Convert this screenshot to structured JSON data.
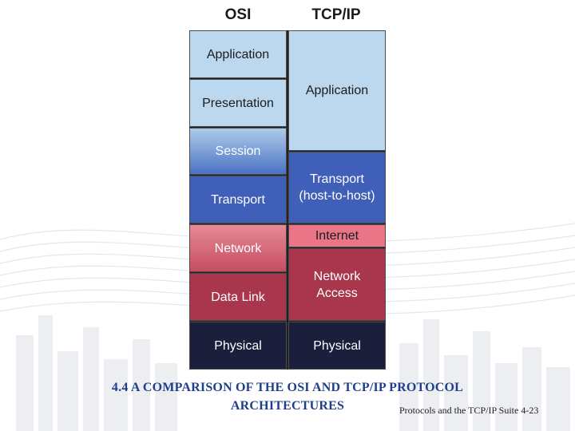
{
  "headers": {
    "osi": "OSI",
    "tcpip": "TCP/IP"
  },
  "osi_layers": [
    {
      "label": "Application"
    },
    {
      "label": "Presentation"
    },
    {
      "label": "Session"
    },
    {
      "label": "Transport"
    },
    {
      "label": "Network"
    },
    {
      "label": "Data Link"
    },
    {
      "label": "Physical"
    }
  ],
  "tcpip_layers": [
    {
      "label": "Application"
    },
    {
      "label": "Transport\n(host-to-host)"
    },
    {
      "label": "Internet"
    },
    {
      "label": "Network\nAccess"
    },
    {
      "label": "Physical"
    }
  ],
  "caption": {
    "line1": "4.4 A COMPARISON OF THE OSI AND TCP/IP PROTOCOL",
    "line2": "ARCHITECTURES"
  },
  "footer": "Protocols and the TCP/IP Suite 4-23",
  "colors": {
    "application": "#bcd8ef",
    "transport": "#3f5fb9",
    "network": "#c44d60",
    "data_link": "#a8364d",
    "physical": "#1b1f3c",
    "caption": "#1f3f8a"
  }
}
